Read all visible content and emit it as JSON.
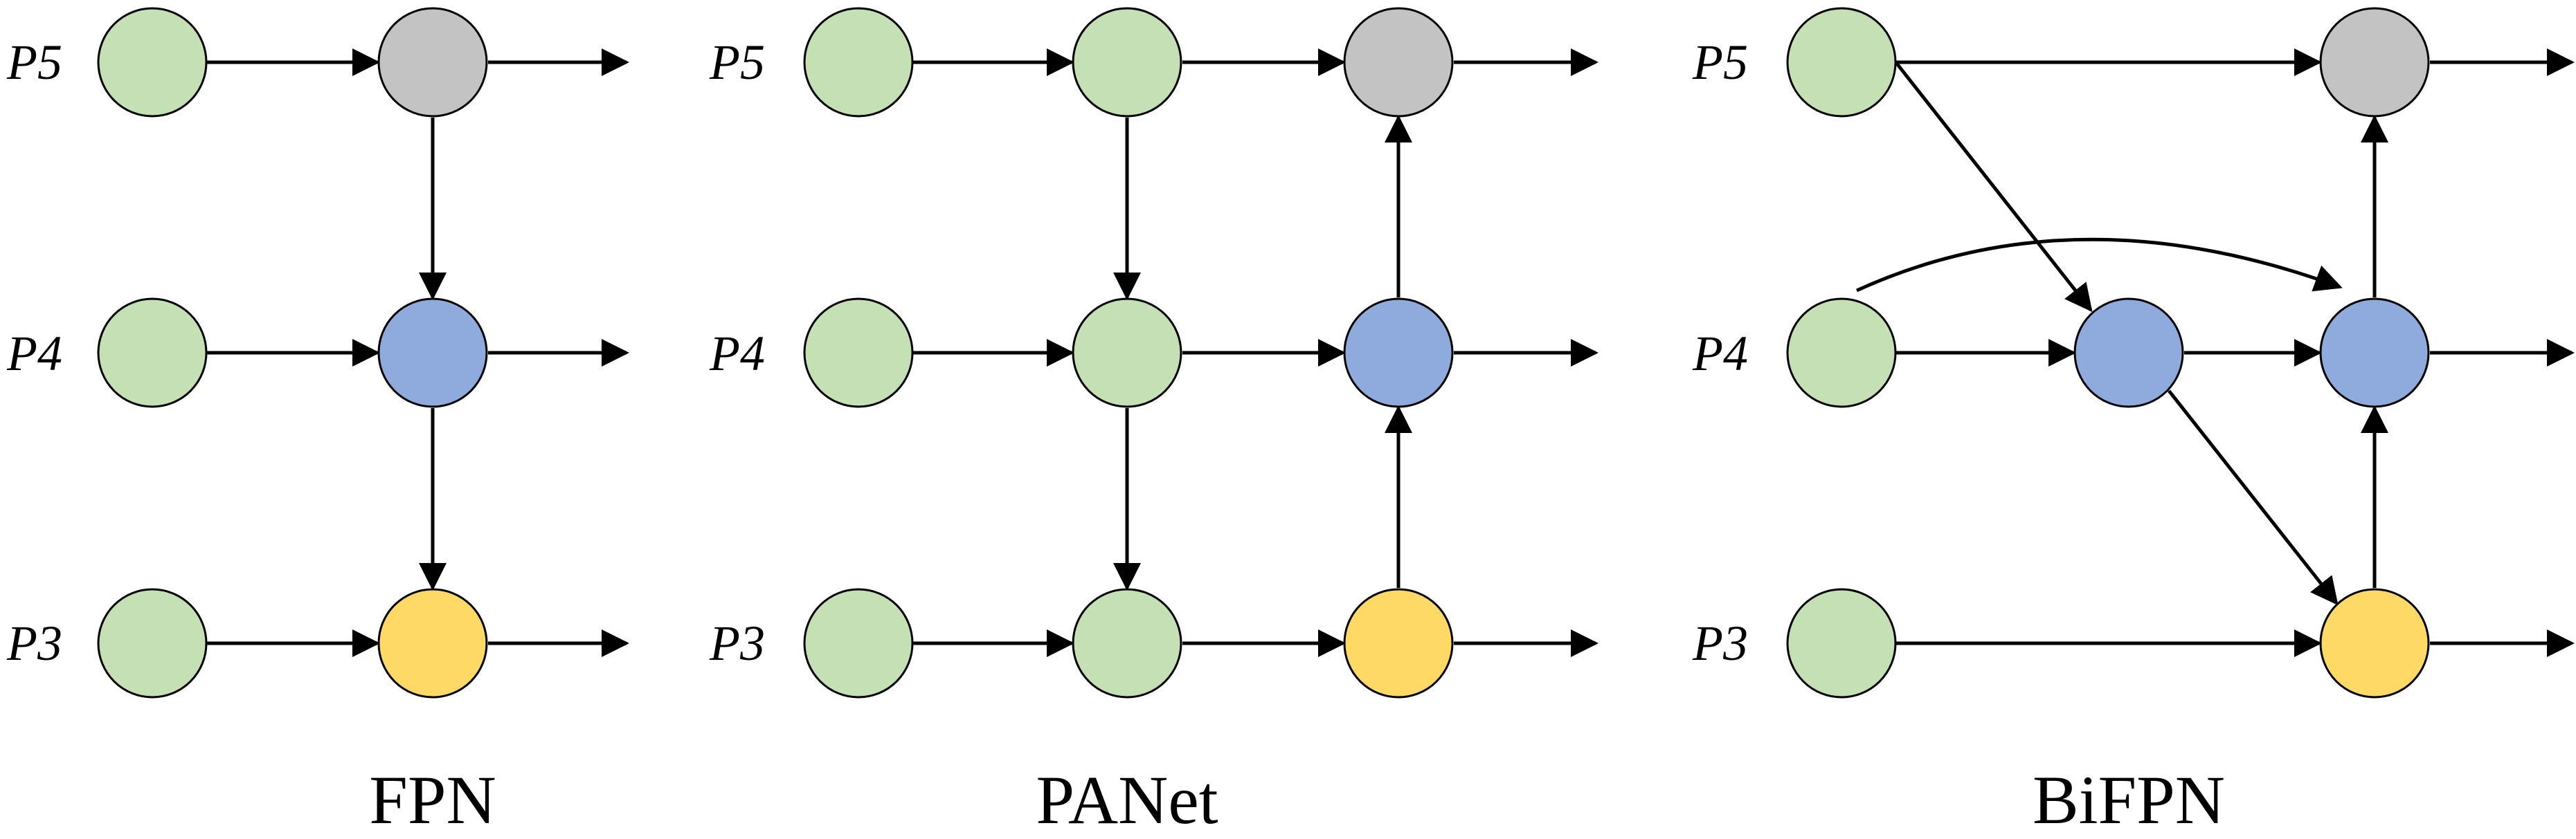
{
  "colors": {
    "input": "#c5e0b4",
    "top": "#c3c3c3",
    "middle": "#8faadc",
    "bottom": "#ffd966",
    "stroke": "#000000"
  },
  "panels": [
    {
      "id": "fpn",
      "caption": "FPN",
      "levels": [
        "P5",
        "P4",
        "P3"
      ]
    },
    {
      "id": "panet",
      "caption": "PANet",
      "levels": [
        "P5",
        "P4",
        "P3"
      ]
    },
    {
      "id": "bifpn",
      "caption": "BiFPN",
      "levels": [
        "P5",
        "P4",
        "P3"
      ]
    }
  ]
}
